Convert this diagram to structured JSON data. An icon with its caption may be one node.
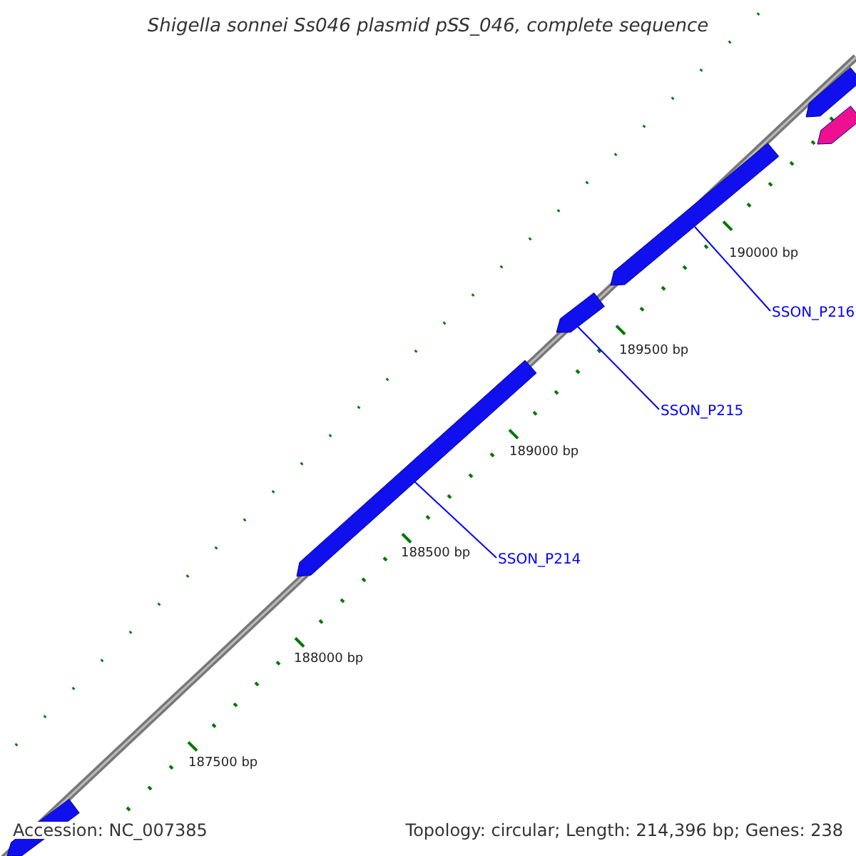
{
  "diagram": {
    "title": "Shigella sonnei Ss046 plasmid pSS_046, complete sequence",
    "nodes": [
      {
        "text": [],
        "shape": "bar"
      },
      {
        "text": [],
        "shape": "bar"
      },
      {
        "text": [],
        "shape": "bar"
      },
      {
        "text": [
          "SSON_P216"
        ]
      },
      {
        "text": [],
        "shape": "bar"
      },
      {
        "text": [
          "SSON_P215"
        ]
      },
      {
        "text": [],
        "shape": "bar"
      },
      {
        "text": [
          "SSON_P214"
        ]
      },
      {
        "text": [],
        "shape": "bar"
      }
    ],
    "edges": [
      {
        "from": 3,
        "to": 2,
        "arrow": "none"
      },
      {
        "from": 5,
        "to": 4,
        "arrow": "none"
      },
      {
        "from": 7,
        "to": 6,
        "arrow": "none"
      }
    ],
    "labels": [
      "190000 bp",
      "189500 bp",
      "189000 bp",
      "188500 bp",
      "188000 bp",
      "187500 bp",
      "Accession: NC_007385",
      "Topology: circular; Length: 214,396 bp; Genes: 238"
    ]
  }
}
